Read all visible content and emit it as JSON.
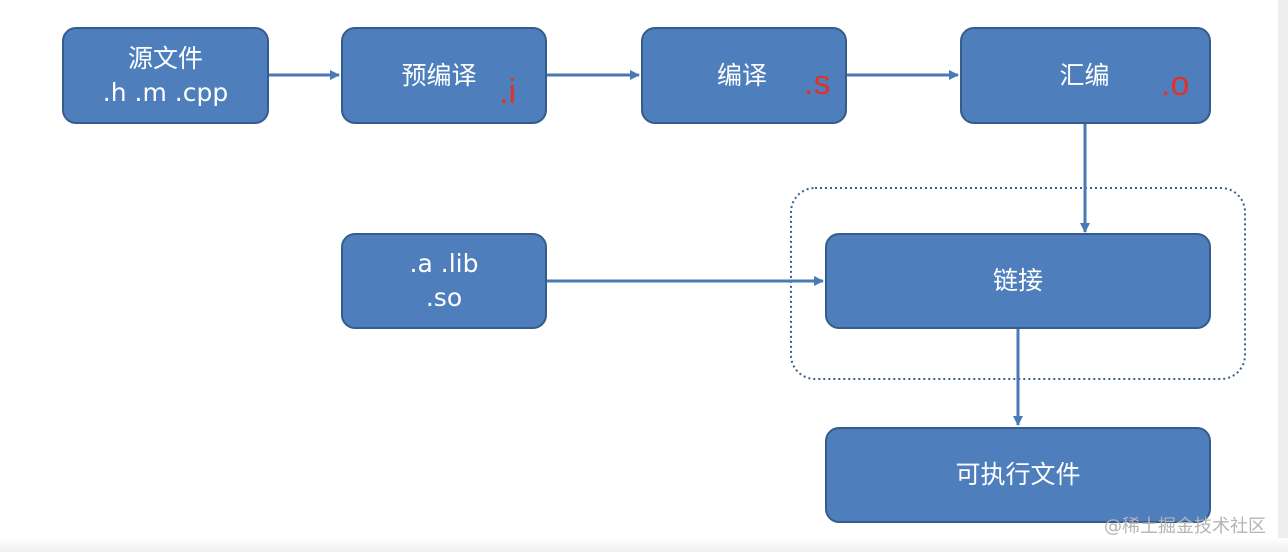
{
  "nodes": {
    "source": {
      "line1": "源文件",
      "line2": ".h .m .cpp"
    },
    "preprocess": {
      "label": "预编译",
      "ext": ".i"
    },
    "compile": {
      "label": "编译",
      "ext": ".s"
    },
    "assemble": {
      "label": "汇编",
      "ext": ".o"
    },
    "libraries": {
      "line1": ".a .lib",
      "line2": ".so"
    },
    "link": {
      "label": "链接"
    },
    "executable": {
      "label": "可执行文件"
    }
  },
  "watermark": "@稀土掘金技术社区",
  "colors": {
    "node_fill": "#4e7fbc",
    "node_border": "#355c8b",
    "node_text": "#ffffff",
    "extension_text": "#e3312a",
    "arrow": "#4a7ab6",
    "dotted_group": "#3d5f8c"
  }
}
